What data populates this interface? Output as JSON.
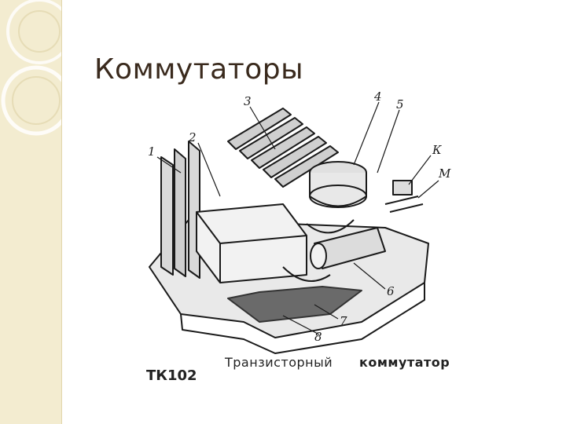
{
  "slide": {
    "title": "Коммутаторы"
  },
  "figure": {
    "model_label": "ТК102",
    "caption_left": "Транзисторный",
    "caption_right": "коммутатор",
    "callouts": [
      "1",
      "2",
      "3",
      "4",
      "5",
      "К",
      "М",
      "6",
      "7",
      "8"
    ]
  },
  "colors": {
    "strip": "#f3ecd0",
    "title_text": "#3a2a1d"
  }
}
